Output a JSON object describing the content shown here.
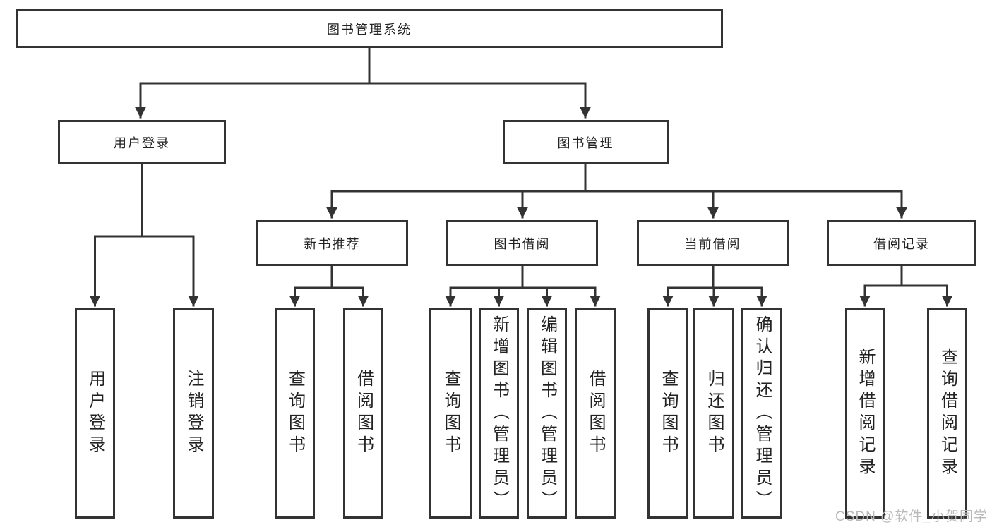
{
  "diagram": {
    "root": {
      "label": "图书管理系统",
      "children": [
        {
          "label": "用户登录",
          "children": [
            {
              "label": "用户登录"
            },
            {
              "label": "注销登录"
            }
          ]
        },
        {
          "label": "图书管理",
          "children": [
            {
              "label": "新书推荐",
              "children": [
                {
                  "label": "查询图书"
                },
                {
                  "label": "借阅图书"
                }
              ]
            },
            {
              "label": "图书借阅",
              "children": [
                {
                  "label": "查询图书"
                },
                {
                  "label": "新增图书（管理员）"
                },
                {
                  "label": "编辑图书（管理员）"
                },
                {
                  "label": "借阅图书"
                }
              ]
            },
            {
              "label": "当前借阅",
              "children": [
                {
                  "label": "查询图书"
                },
                {
                  "label": "归还图书"
                },
                {
                  "label": "确认归还（管理员）"
                }
              ]
            },
            {
              "label": "借阅记录",
              "children": [
                {
                  "label": "新增借阅记录"
                },
                {
                  "label": "查询借阅记录"
                }
              ]
            }
          ]
        }
      ]
    }
  },
  "watermark": {
    "text": "CSDN @软件_小贺同学"
  },
  "colors": {
    "line": "#333333",
    "text": "#222222",
    "watermark": "#b9b9b9",
    "background": "#ffffff"
  }
}
